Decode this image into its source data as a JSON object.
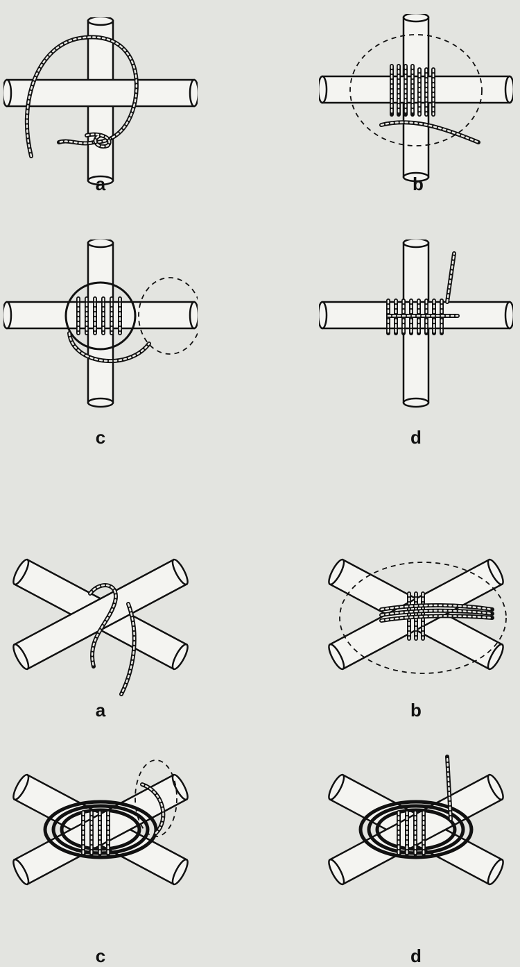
{
  "square_lashing": {
    "steps": [
      {
        "label": "a"
      },
      {
        "label": "b"
      },
      {
        "label": "c"
      },
      {
        "label": "d"
      }
    ]
  },
  "diagonal_lashing": {
    "steps": [
      {
        "label": "a"
      },
      {
        "label": "b"
      },
      {
        "label": "c"
      },
      {
        "label": "d"
      }
    ]
  },
  "colors": {
    "background": "#e3e4e0",
    "ink": "#111111",
    "pole_fill": "#f4f4f1"
  }
}
